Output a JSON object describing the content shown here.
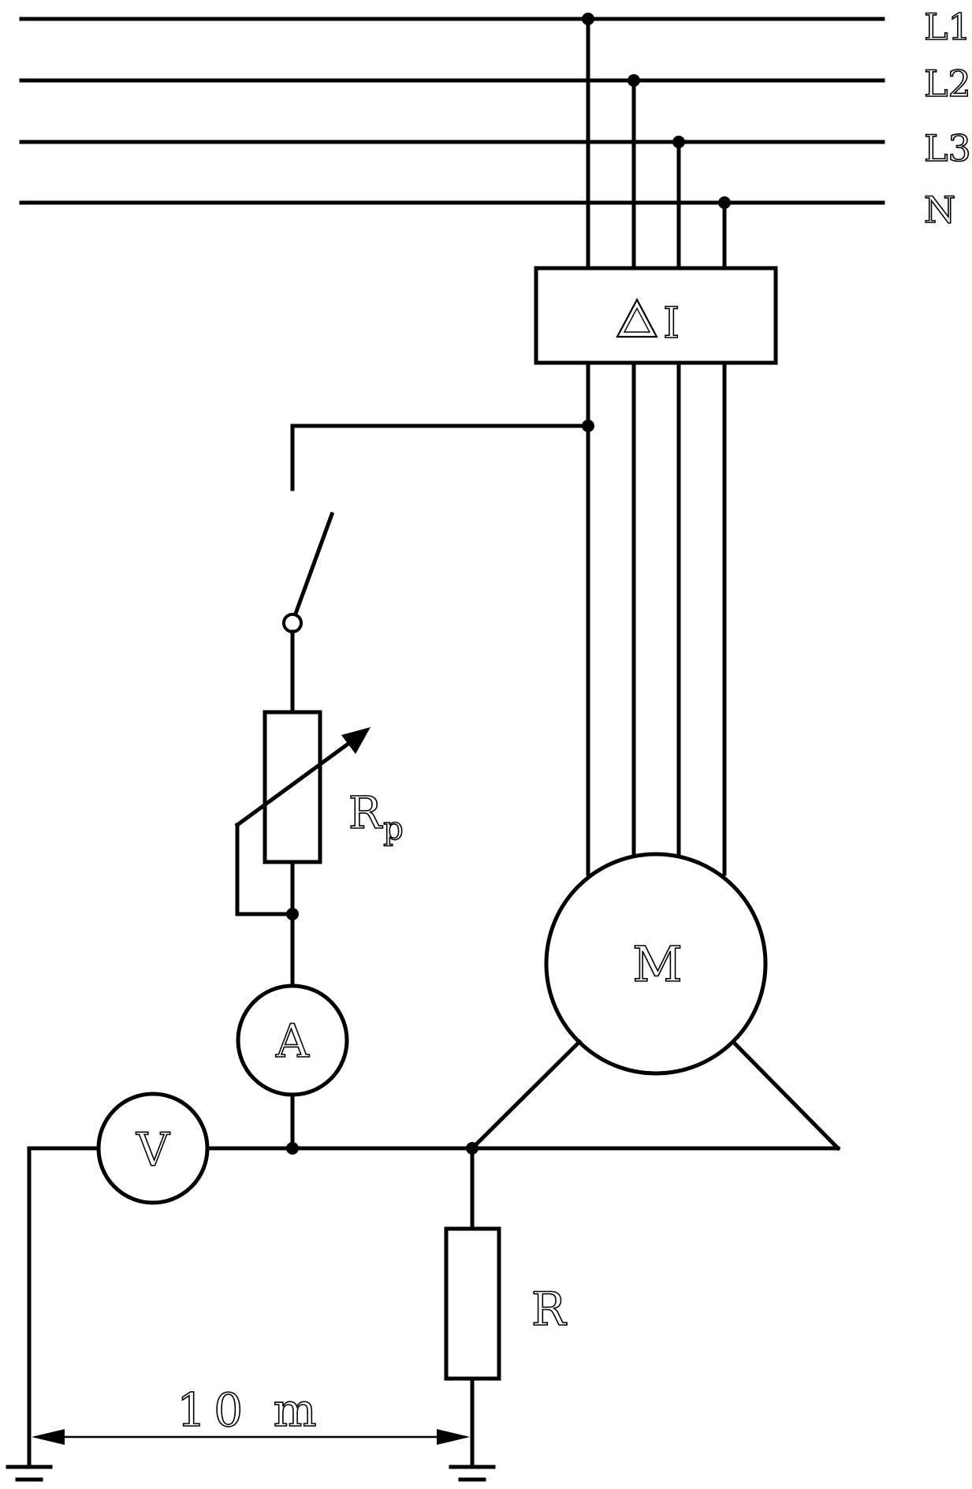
{
  "labels": {
    "l1": "L1",
    "l2": "L2",
    "l3": "L3",
    "n": "N",
    "rcd": "I",
    "rp_main": "R",
    "rp_sub": "p",
    "motor": "M",
    "ammeter": "A",
    "voltmeter": "V",
    "r": "R",
    "distance": "10 m"
  }
}
